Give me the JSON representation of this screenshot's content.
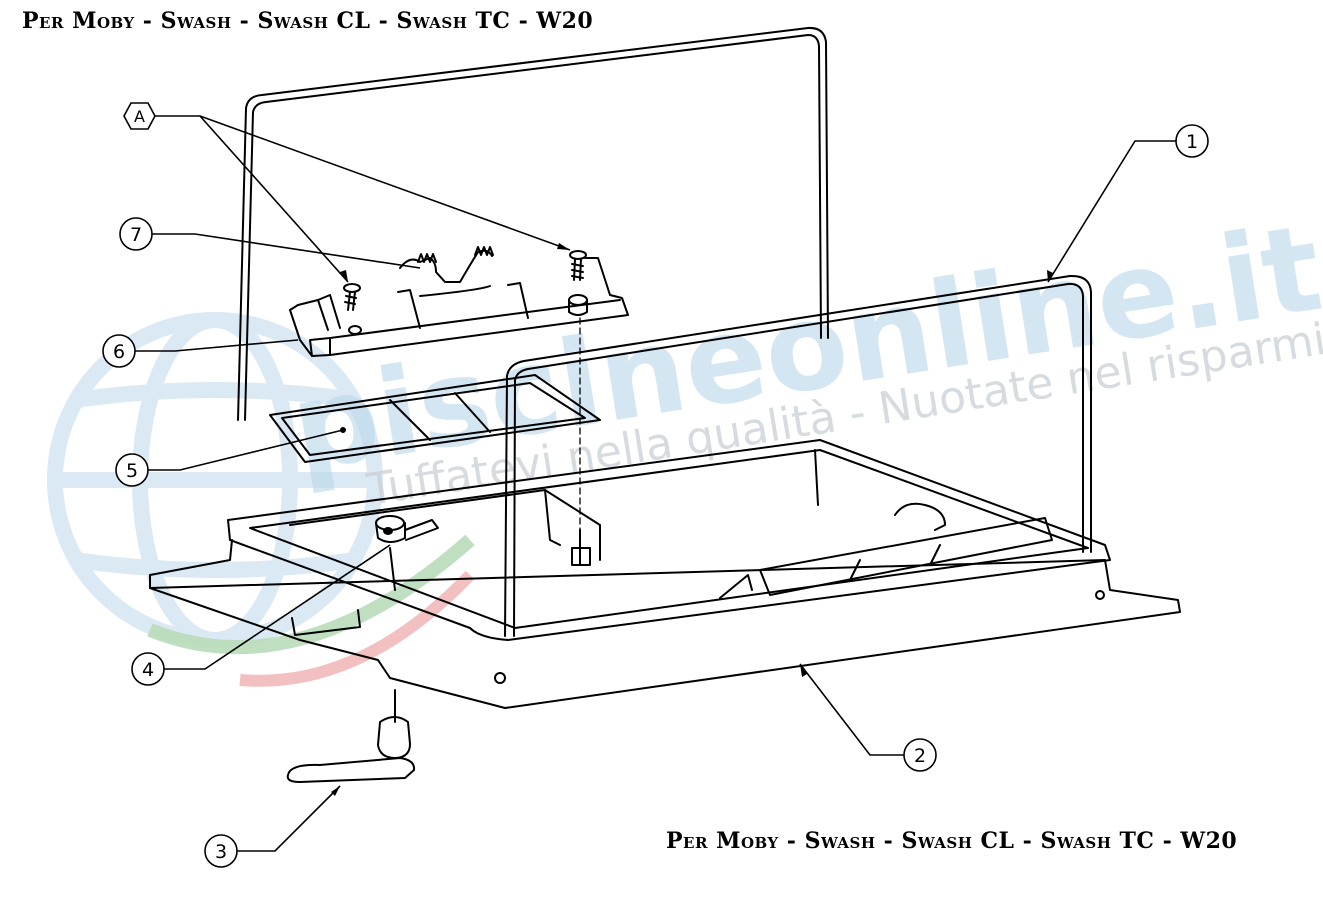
{
  "titles": {
    "top": "Per Moby - Swash - Swash CL - Swash TC - W20",
    "bottom": "Per Moby - Swash - Swash CL - Swash TC - W20"
  },
  "watermark": {
    "brand": "piscineonline.it",
    "slogan": "Tuffatevi nella qualità - Nuotate nel risparmio",
    "colors": {
      "brand": "#b9d7ea",
      "slogan": "#c9cfd6",
      "globe": "#d4e6f3",
      "green": "#b9dcb9",
      "red": "#f1b9b9"
    }
  },
  "callouts": [
    {
      "id": "A",
      "label": "A"
    },
    {
      "id": "1",
      "label": "1"
    },
    {
      "id": "2",
      "label": "2"
    },
    {
      "id": "3",
      "label": "3"
    },
    {
      "id": "4",
      "label": "4"
    },
    {
      "id": "5",
      "label": "5"
    },
    {
      "id": "6",
      "label": "6"
    },
    {
      "id": "7",
      "label": "7"
    }
  ]
}
